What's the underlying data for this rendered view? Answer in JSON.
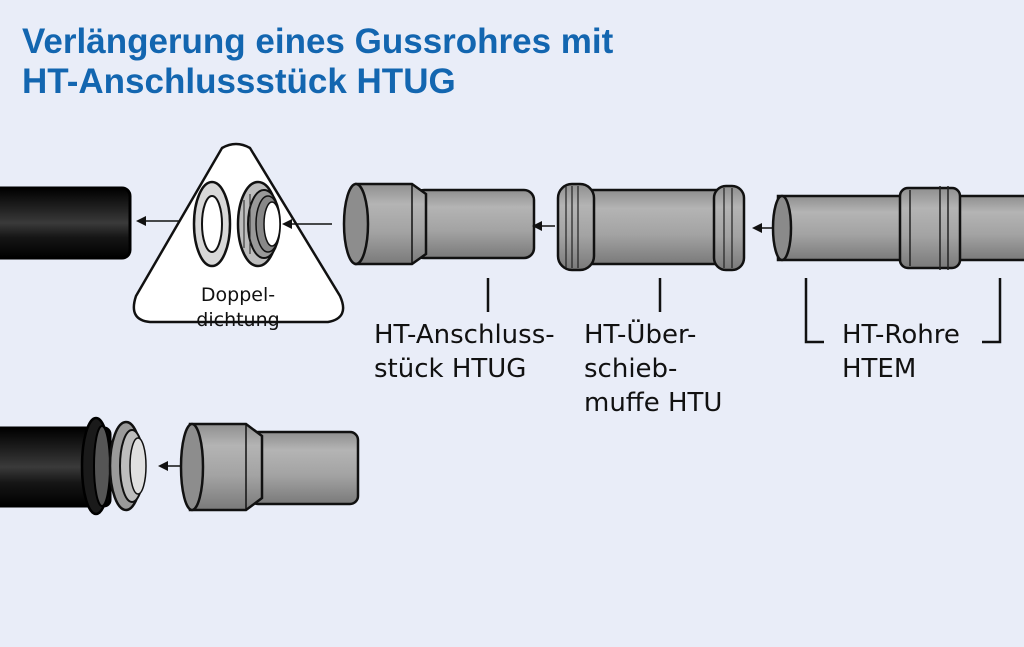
{
  "title": {
    "line1": "Verlängerung eines Gussrohres mit",
    "line2": "HT-Anschlussstück HTUG"
  },
  "labels": {
    "doppeldichtung": [
      "Doppel-",
      "dichtung"
    ],
    "htug": [
      "HT-Anschluss-",
      "stück HTUG"
    ],
    "htu": [
      "HT-Über-",
      "schieb-",
      "muffe HTU"
    ],
    "htem": [
      "HT-Rohre",
      "HTEM"
    ]
  },
  "colors": {
    "title": "#1366b0",
    "background": "#e9edf8",
    "pipe_black": "#111111",
    "pipe_gray": "#a5a5a5"
  }
}
